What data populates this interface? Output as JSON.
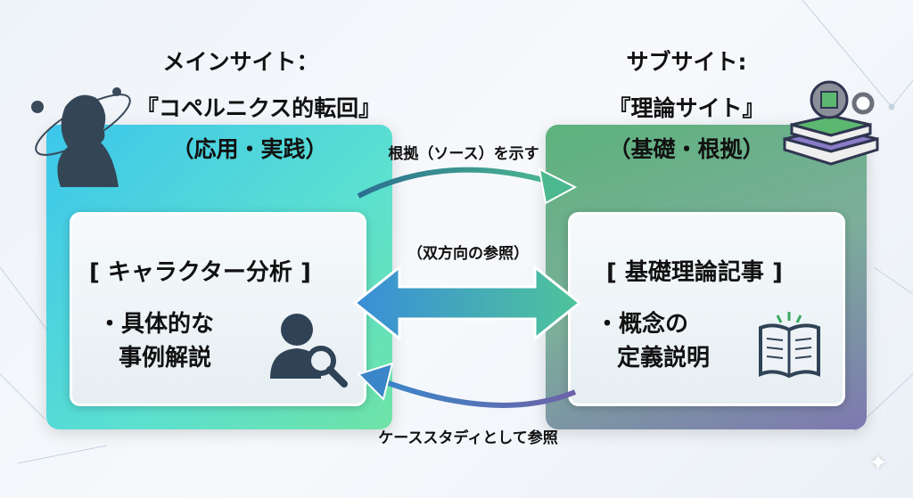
{
  "main_site": {
    "title_line1": "メインサイト：",
    "title_line2": "『コペルニクス的転回』",
    "title_line3": "（応用・実践）",
    "box_heading": "[ キャラクター分析 ]",
    "bullet_line1": "・具体的な",
    "bullet_line2": "事例解説"
  },
  "sub_site": {
    "title_line1": "サブサイト:",
    "title_line2": "『理論サイト』",
    "title_line3": "（基礎・根拠）",
    "box_heading": "[ 基礎理論記事 ]",
    "bullet_line1": "・概念の",
    "bullet_line2": "定義説明"
  },
  "arrows": {
    "top_label": "根拠（ソース）を示す",
    "middle_label": "（双方向の参照）",
    "bottom_label": "ケーススタディとして参照"
  },
  "colors": {
    "main_panel": "#3ec8e8",
    "sub_panel": "#5fb880",
    "arrow": "#2e7fa8",
    "icon": "#2f4256"
  }
}
